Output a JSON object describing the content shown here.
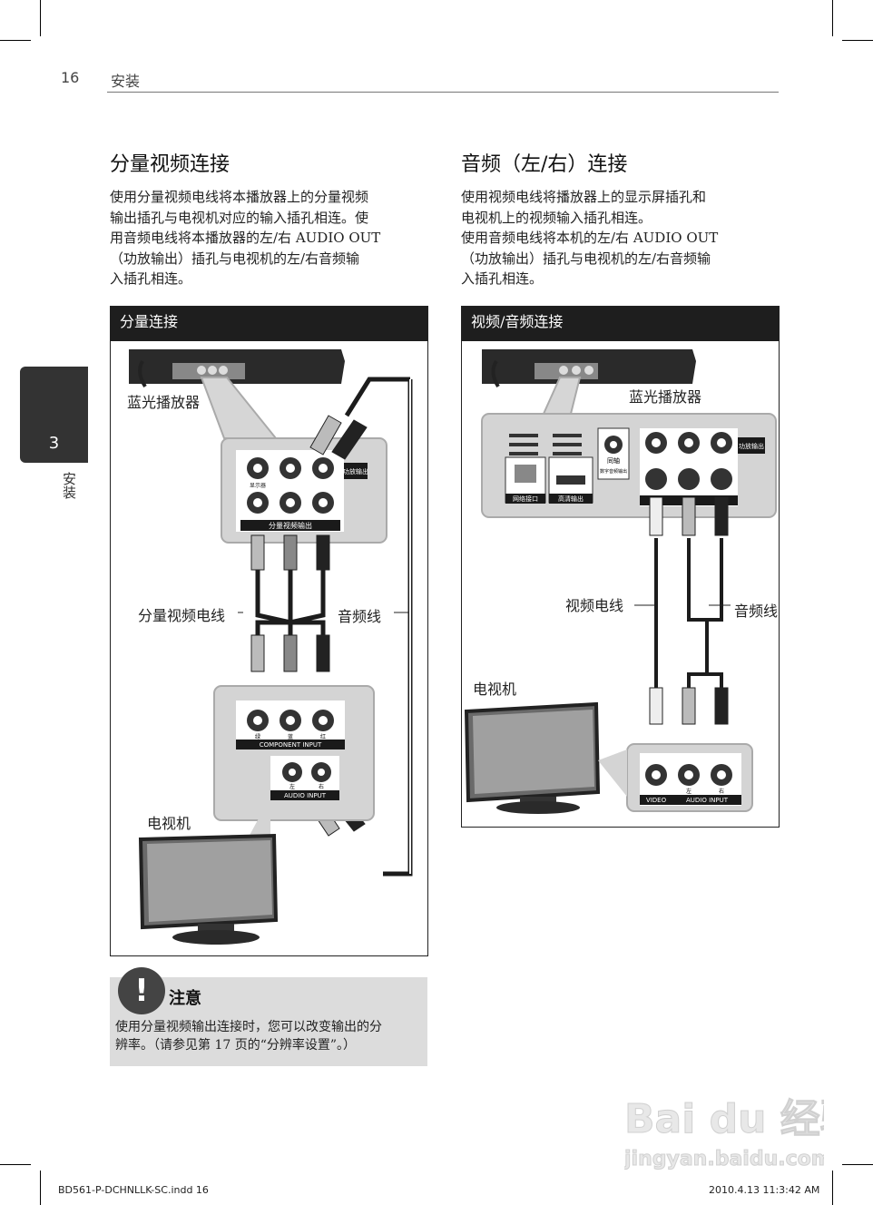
{
  "header": {
    "page_number": "16",
    "section": "安装"
  },
  "side_tab": {
    "number": "3",
    "label": "安装"
  },
  "left": {
    "title": "分量视频连接",
    "paragraph": [
      "使用分量视频电线将本播放器上的分量视频",
      "输出插孔与电视机对应的输入插孔相连。使",
      "用音频电线将本播放器的左/右 AUDIO OUT",
      "（功放输出）插孔与电视机的左/右音频输",
      "入插孔相连。"
    ],
    "figure": {
      "header": "分量连接",
      "player_label": "蓝光播放器",
      "cable1_label": "分量视频电线",
      "cable2_label": "音频线",
      "tv_label": "电视机",
      "jack_out_audio": "功放输出",
      "jack_component_out": "分量视频输出",
      "jack_display": "显示器",
      "tv_component_input": "COMPONENT INPUT",
      "tv_audio_input": "AUDIO INPUT",
      "jack_y": "绿",
      "jack_pb": "蓝",
      "jack_pr": "红",
      "left_ch": "左",
      "right_ch": "右"
    }
  },
  "right": {
    "title": "音频（左/右）连接",
    "paragraph": [
      "使用视频电线将播放器上的显示屏插孔和",
      "电视机上的视频输入插孔相连。",
      "使用音频电线将本机的左/右 AUDIO OUT",
      "（功放输出）插孔与电视机的左/右音频输",
      "入插孔相连。"
    ],
    "figure": {
      "header": "视频/音频连接",
      "player_label": "蓝光播放器",
      "cable1_label": "视频电线",
      "cable2_label": "音频线",
      "tv_label": "电视机",
      "lan_label": "网络接口",
      "hdmi_label": "高清输出",
      "coax_label": "同轴",
      "coax_sub": "数字音频输出",
      "jack_out_audio": "功放输出",
      "tv_video": "VIDEO",
      "tv_audio_input": "AUDIO INPUT",
      "left_ch": "左",
      "right_ch": "右"
    }
  },
  "note": {
    "icon": "exclamation-icon",
    "title": "注意",
    "text": [
      "使用分量视频输出连接时，您可以改变输出的分",
      "辨率。（请参见第 17 页的“分辨率设置”。）"
    ]
  },
  "footer": {
    "left": "BD561-P-DCHNLLK-SC.indd   16",
    "right": "2010.4.13   11:3:42 AM"
  },
  "watermark": {
    "brand": "Bai du 经验",
    "url": "jingyan.baidu.com"
  }
}
